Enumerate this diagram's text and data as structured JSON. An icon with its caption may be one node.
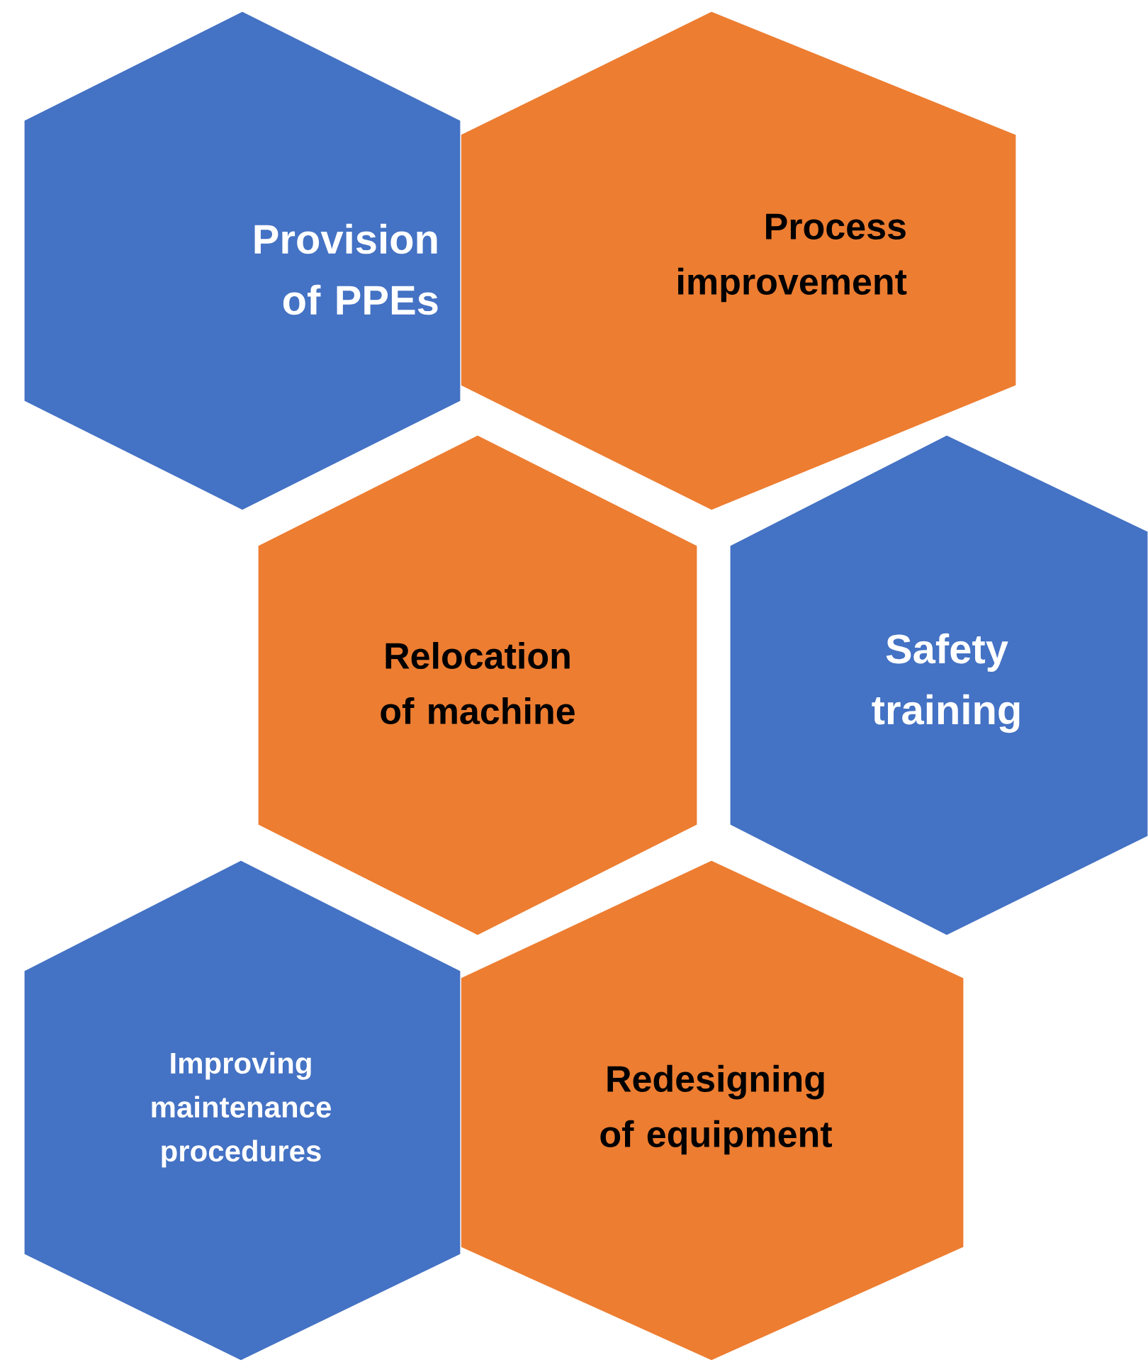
{
  "diagram": {
    "nodes": [
      {
        "text": [
          "Provision of PPEs"
        ]
      },
      {
        "text": [
          "Process improvement"
        ]
      },
      {
        "text": [
          "Relocation of machine"
        ]
      },
      {
        "text": [
          "Safety training"
        ]
      },
      {
        "text": [
          "Improving maintenance procedures"
        ]
      },
      {
        "text": [
          "Redesigning of equipment"
        ]
      }
    ]
  }
}
